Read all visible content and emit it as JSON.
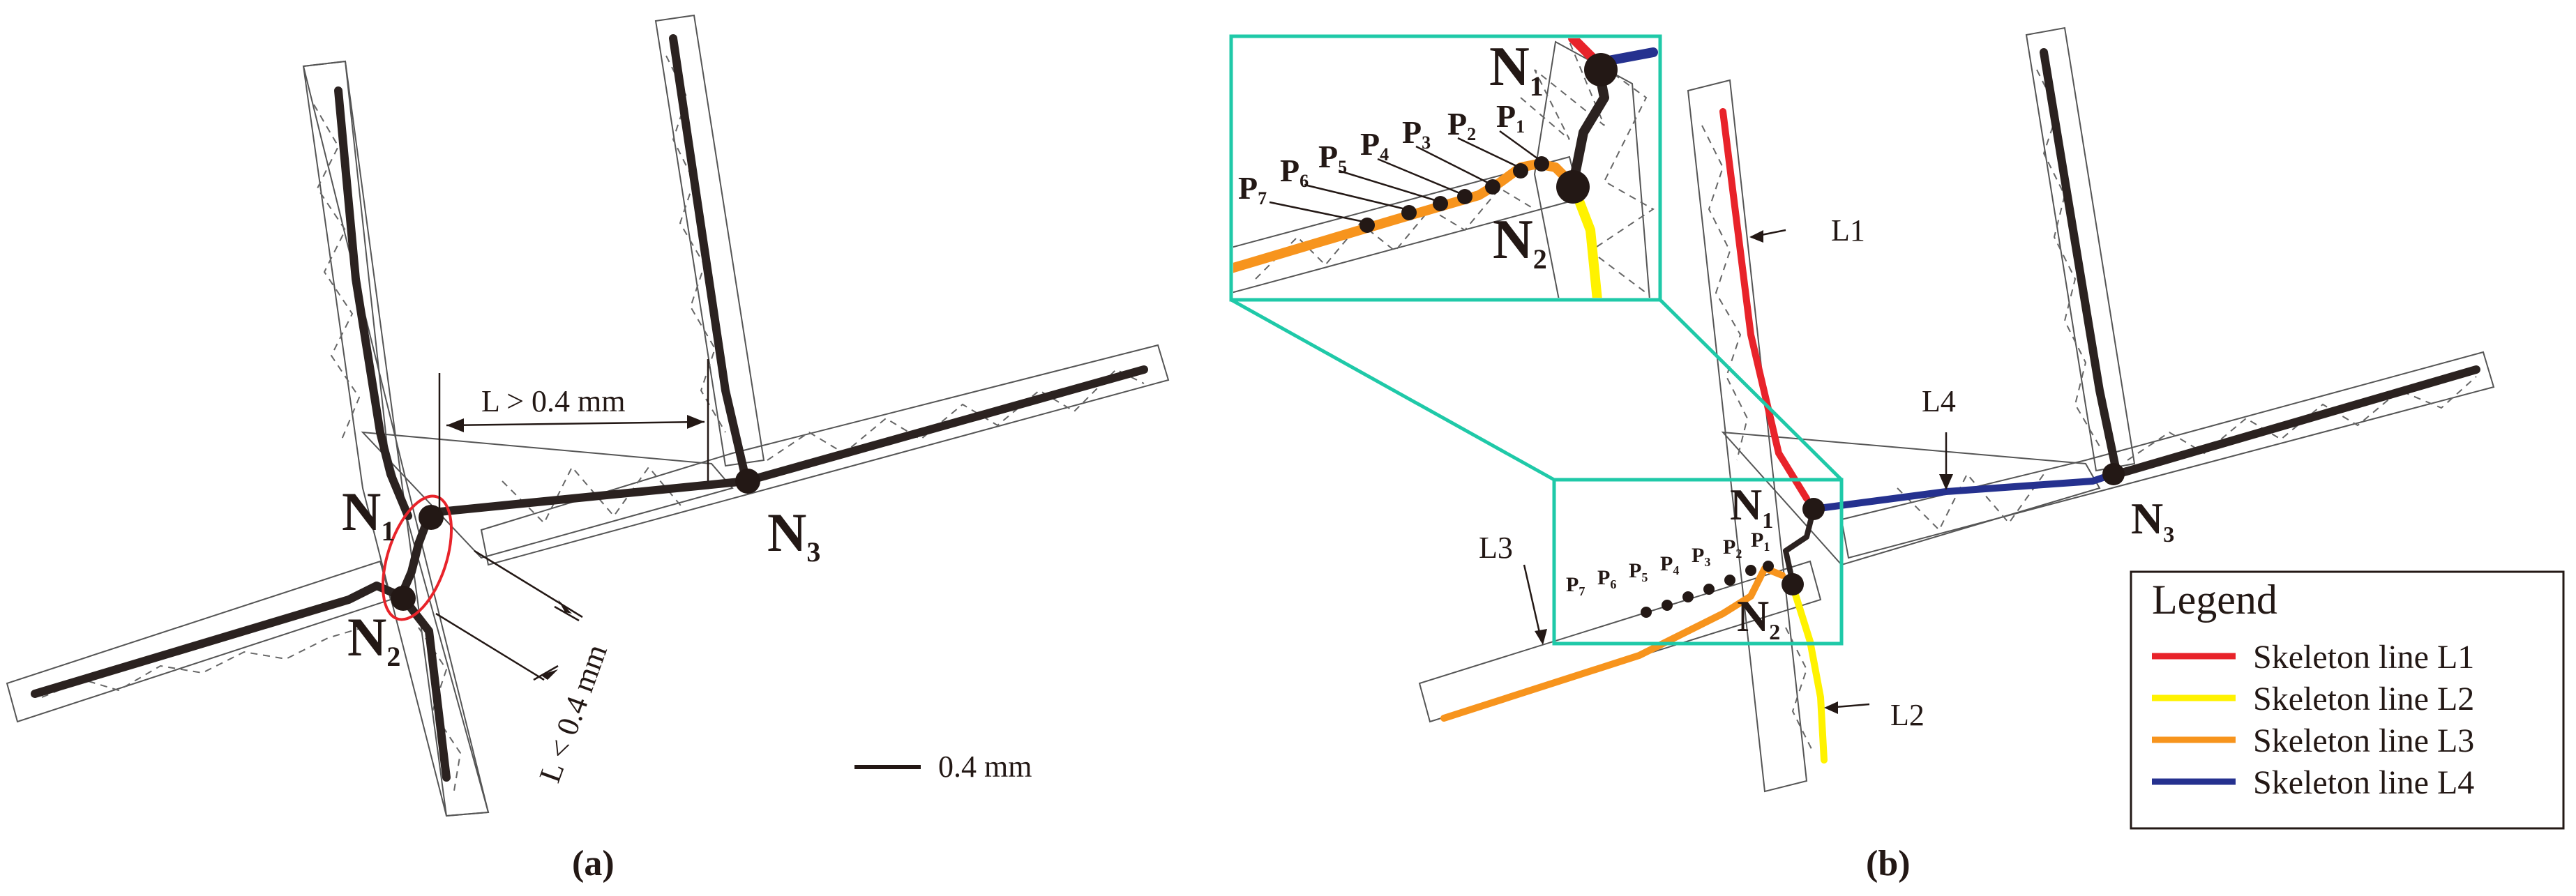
{
  "panel_a": {
    "nodes": {
      "n1": "N",
      "n1_sub": "1",
      "n2": "N",
      "n2_sub": "2",
      "n3": "N",
      "n3_sub": "3"
    },
    "dim_long": "L > 0.4 mm",
    "dim_short": "L < 0.4 mm",
    "scale_label": "0.4 mm",
    "caption": "(a)"
  },
  "panel_b": {
    "nodes": {
      "n1": "N",
      "n1_sub": "1",
      "n2": "N",
      "n2_sub": "2",
      "n3": "N",
      "n3_sub": "3"
    },
    "lines": {
      "l1": "L1",
      "l2": "L2",
      "l3": "L3",
      "l4": "L4"
    },
    "points": [
      {
        "p": "P",
        "sub": "7"
      },
      {
        "p": "P",
        "sub": "6"
      },
      {
        "p": "P",
        "sub": "5"
      },
      {
        "p": "P",
        "sub": "4"
      },
      {
        "p": "P",
        "sub": "3"
      },
      {
        "p": "P",
        "sub": "2"
      },
      {
        "p": "P",
        "sub": "1"
      }
    ],
    "inset": {
      "n1": "N",
      "n1_sub": "1",
      "n2": "N",
      "n2_sub": "2"
    },
    "caption": "(b)"
  },
  "legend": {
    "title": "Legend",
    "items": [
      {
        "label": "Skeleton line L1",
        "color": "#e8232a"
      },
      {
        "label": "Skeleton line L2",
        "color": "#fff200"
      },
      {
        "label": "Skeleton line L3",
        "color": "#f7941d"
      },
      {
        "label": "Skeleton line L4",
        "color": "#25318f"
      }
    ]
  },
  "colors": {
    "skeleton_dark": "#2b2220",
    "inset_frame": "#1fc9a8",
    "ellipse": "#e8232a"
  }
}
